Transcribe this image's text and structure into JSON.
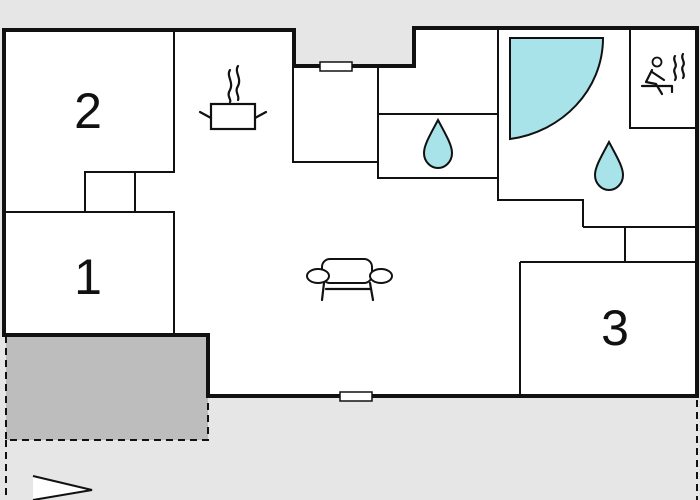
{
  "plan": {
    "colors": {
      "background": "#e6e6e6",
      "floor": "#ffffff",
      "terrace": "#bdbdbd",
      "water": "#a8e3ea",
      "walls": "#111111"
    },
    "rooms": [
      {
        "id": "bedroom-2",
        "label": "2"
      },
      {
        "id": "bedroom-1",
        "label": "1"
      },
      {
        "id": "bedroom-3",
        "label": "3"
      }
    ],
    "icons": [
      "cooking-pot-icon",
      "sofa-icon",
      "water-drop-icon",
      "water-drop-icon",
      "sauna-icon",
      "bathtub-icon",
      "compass-arrow-icon"
    ]
  }
}
